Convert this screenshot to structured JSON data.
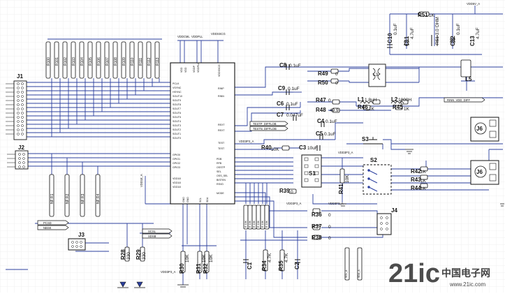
{
  "components": {
    "j1": "J1",
    "j2": "J2",
    "j3": "J3",
    "j4": "J4",
    "s1": "S1",
    "s2": "S2",
    "s3": "S3",
    "l3": "L3",
    "j6a": "J6",
    "j6b": "J6"
  },
  "labels": {
    "c1": "C1",
    "c2": "C2",
    "c3": "C3",
    "c4": "C4",
    "c5": "C5",
    "c6": "C6",
    "c7": "C7",
    "c8": "C8",
    "c9": "C9",
    "c10": "C10",
    "c11": "C11",
    "c12": "C12",
    "c13": "C13",
    "r28": "R28",
    "r29": "R29",
    "r30": "R30",
    "r31": "R31",
    "r32": "R32",
    "r34": "R34",
    "r35": "R35",
    "r36": "R36",
    "r37": "R37",
    "r38": "R38",
    "r39": "R39",
    "r40": "R40",
    "r41": "R41",
    "r42": "R42",
    "r43": "R43",
    "r44": "R44",
    "r45": "R45",
    "r46": "R46",
    "r47": "R47",
    "r48": "R48",
    "r49": "R49",
    "r50": "R50",
    "r51": "R51",
    "l1": "L1",
    "l2": "L2",
    "l5": "L5"
  },
  "values": {
    "c8": "0.1uF",
    "c9": "0.1uF",
    "c6": "0.1uF",
    "c7": "0.047uF",
    "c4": "0.1uF",
    "c5": "0.1uF",
    "c3": "10uF",
    "c10": "0.1uF",
    "c11": "4.7uF",
    "c12": "0.1uF",
    "c13": "4.7uF",
    "r49": "0",
    "r50": "0",
    "r47": "0",
    "r48": "49.9",
    "r46": "1K",
    "r45": "1K",
    "r40": "10K",
    "r39": "0",
    "r41": "10K",
    "r51": "1K",
    "r52": "R51 3.0 OHM",
    "r42": "1K",
    "r43": "1K",
    "r44": "1K",
    "r36": "0",
    "r37": "0",
    "r38": "0",
    "r28": "330",
    "r29": "330",
    "r30": "10K",
    "r31": "10K",
    "r32": "10K",
    "r34": "4.7K",
    "r35": "4.7K",
    "l1": "1.8uH",
    "l2": "1000H"
  },
  "ic": {
    "top_power": [
      "VDDCML",
      "VDDPLL",
      "VDDSSCG"
    ],
    "top_pins": [
      "VDD",
      "VDD",
      "VDDP",
      "VDDPLL",
      "VDDSSCG"
    ],
    "left_pins": [
      "PCLK",
      "VSYNC",
      "HSYNC",
      "SOUT10",
      "SOUT9",
      "SOUT8",
      "SOUT7",
      "SOUT6",
      "SOUT5",
      "SOUT4",
      "SOUT3",
      "SOUT2",
      "SOUT1",
      "SOUT0",
      "GPIO0",
      "GPIO1",
      "GPIO2",
      "GPIO3",
      "VDD18",
      "VDD18",
      "VDD18"
    ],
    "right_pins": [
      "RINP",
      "RINN",
      "REXT",
      "REXT",
      "TEST",
      "TEST",
      "PDB",
      "RFB",
      "OSSTP",
      "SEL",
      "OSS_SEL",
      "BISTEN",
      "RSVD",
      "MODE"
    ],
    "bottom_pins": [
      "GND",
      "GND",
      "SCL",
      "SDA"
    ]
  },
  "resistor_bank": [
    "R100",
    "R101",
    "R102",
    "R103",
    "R104",
    "R105",
    "R106",
    "R107",
    "R108",
    "R109",
    "R110",
    "R111",
    "R112",
    "R113"
  ],
  "lower_resistors": [
    "NF R1",
    "NF R2",
    "NF R3",
    "NF R4"
  ],
  "resistor_array": [
    "R 10K",
    "R 10K",
    "R 10K",
    "R 10K",
    "R 10K",
    "R 10K"
  ],
  "nets": {
    "vdd5v": "VDD5V_A",
    "vdd18": "VDD18_A",
    "vdd3p3_a": "VDD3P3_A",
    "vdd3p3_b": "VDD3P3_A",
    "vdd3p3_c": "VDD3P3_A",
    "vdd3p3_d": "VDD3P3_A",
    "vdd3p3_e": "VDD3P3_A",
    "test_p": "TESTP_DIFFLOB",
    "test_n": "TESTN_DIFFLOB",
    "rinn": "RINN_VDD_DIFF",
    "pcsd": "PCSD",
    "nbsk": "NBSK",
    "scl": "SCSL",
    "sda": "SDSB",
    "scl_a": "SCL_A",
    "sda_a": "SDA_A"
  },
  "watermark": {
    "logo": "21ic",
    "cn": "中国电子网",
    "url": "www.21ic.com"
  },
  "colors": {
    "wire": "#2b3f9e",
    "component": "#111111",
    "grid": "#e6e6e6",
    "watermark": "#c7c7c7"
  }
}
